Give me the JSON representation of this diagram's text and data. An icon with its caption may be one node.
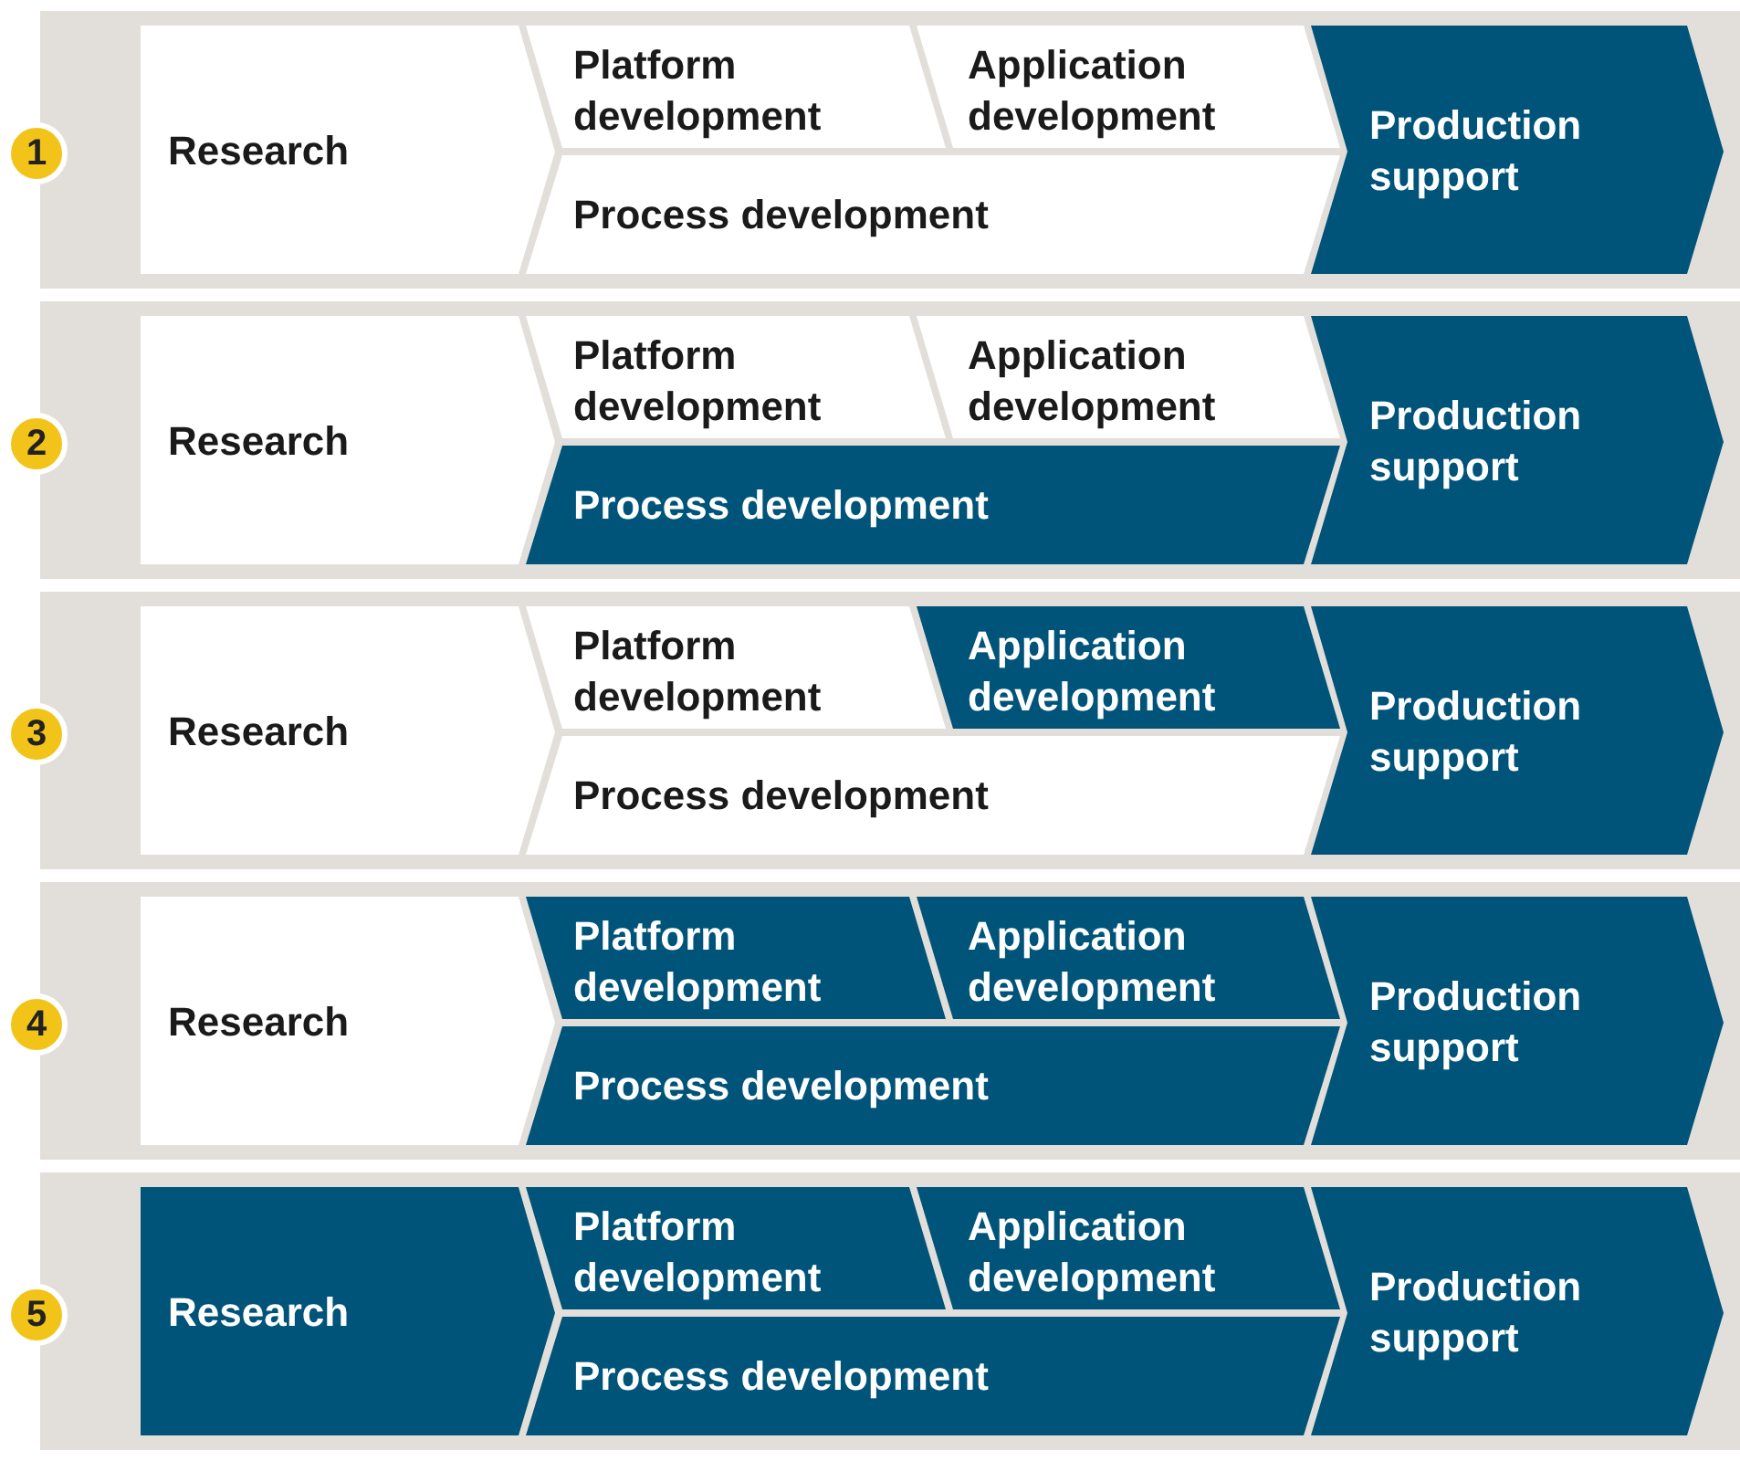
{
  "diagram": {
    "nodes": [
      {
        "text": [],
        "shape": "bar"
      },
      {
        "text": [
          "1"
        ]
      },
      {
        "text": [
          "Research"
        ],
        "in": 0
      },
      {
        "text": [
          "Platform development"
        ],
        "in": 0
      },
      {
        "text": [
          "Application development"
        ],
        "in": 0
      },
      {
        "text": [
          "Production support"
        ],
        "in": 0
      },
      {
        "text": [
          "Process development"
        ],
        "in": 0
      },
      {
        "text": [],
        "shape": "bar"
      },
      {
        "text": [
          "2"
        ]
      },
      {
        "text": [
          "Research"
        ],
        "in": 7
      },
      {
        "text": [
          "Platform development"
        ],
        "in": 7
      },
      {
        "text": [
          "Application development"
        ],
        "in": 7
      },
      {
        "text": [
          "Production support"
        ],
        "in": 7
      },
      {
        "text": [
          "Process development"
        ],
        "in": 7
      },
      {
        "text": [],
        "shape": "bar"
      },
      {
        "text": [
          "3"
        ]
      },
      {
        "text": [
          "Research"
        ],
        "in": 14
      },
      {
        "text": [
          "Platform development"
        ],
        "in": 14
      },
      {
        "text": [
          "Application development"
        ],
        "in": 14
      },
      {
        "text": [
          "Production support"
        ],
        "in": 14
      },
      {
        "text": [
          "Process development"
        ],
        "in": 14
      },
      {
        "text": [],
        "shape": "bar"
      },
      {
        "text": [
          "4"
        ]
      },
      {
        "text": [
          "Research"
        ],
        "in": 21
      },
      {
        "text": [
          "Platform development"
        ],
        "in": 21
      },
      {
        "text": [
          "Application development"
        ],
        "in": 21
      },
      {
        "text": [
          "Production support"
        ],
        "in": 21
      },
      {
        "text": [
          "Process development"
        ],
        "in": 21
      },
      {
        "text": [],
        "shape": "bar"
      },
      {
        "text": [
          "5"
        ]
      },
      {
        "text": [
          "Research"
        ],
        "in": 28
      },
      {
        "text": [
          "Platform development"
        ],
        "in": 28
      },
      {
        "text": [
          "Application development"
        ],
        "in": 28
      },
      {
        "text": [
          "Production support"
        ],
        "in": 28
      },
      {
        "text": [
          "Process development"
        ],
        "in": 28
      }
    ]
  }
}
